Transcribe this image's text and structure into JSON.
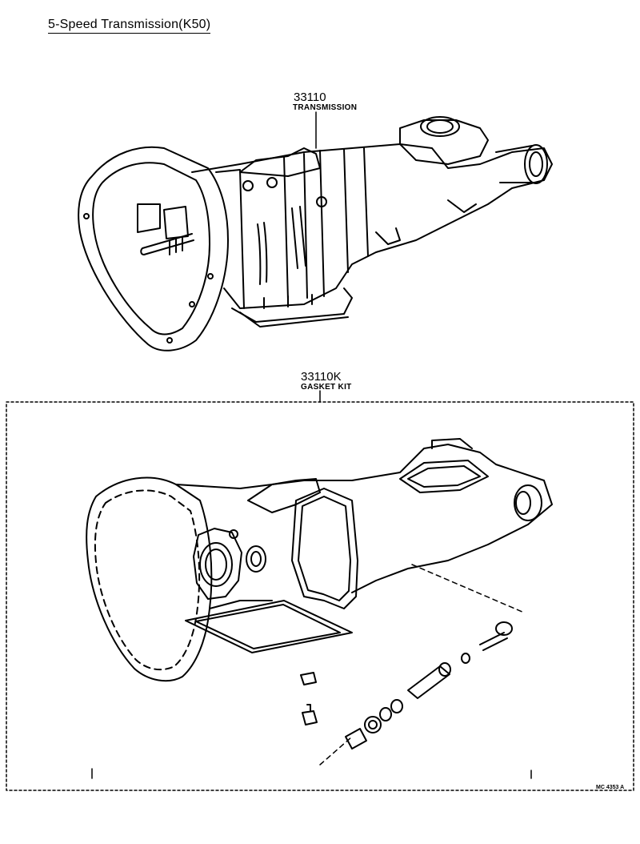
{
  "diagram": {
    "title": "5-Speed Transmission(K50)",
    "parts": [
      {
        "number": "33110",
        "name": "TRANSMISSION"
      },
      {
        "number": "33110K",
        "name": "GASKET KIT"
      }
    ],
    "figure_code": "MC 4353 A"
  }
}
